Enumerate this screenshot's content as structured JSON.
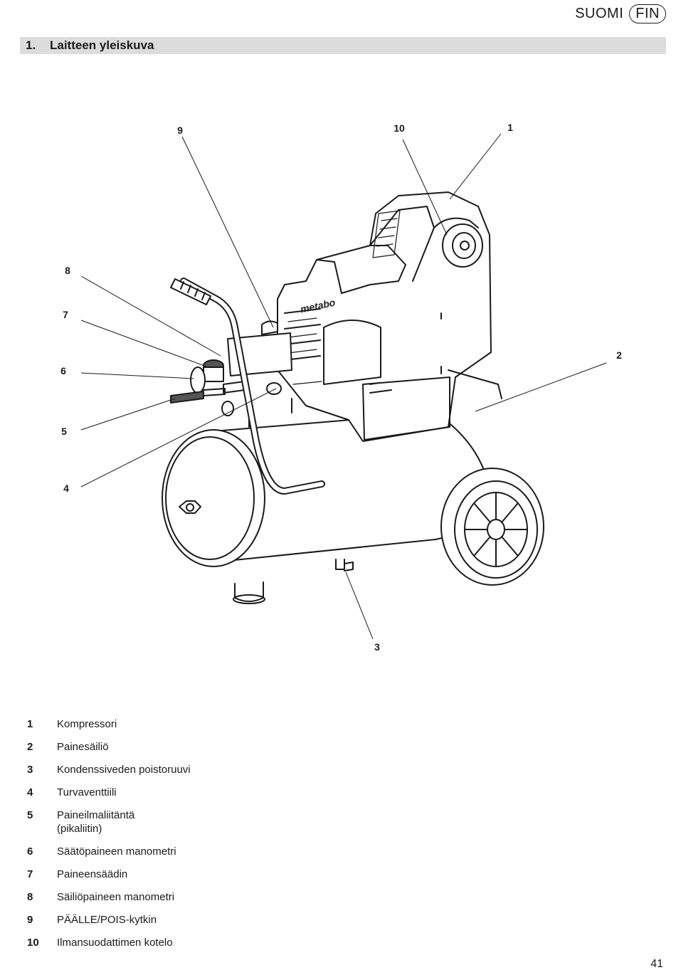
{
  "header": {
    "language": "SUOMI",
    "language_code": "FIN"
  },
  "section": {
    "number": "1.",
    "title": "Laitteen yleiskuva"
  },
  "figure": {
    "brand_text": "metabo",
    "callouts": [
      "1",
      "2",
      "3",
      "4",
      "5",
      "6",
      "7",
      "8",
      "9",
      "10"
    ]
  },
  "legend": [
    {
      "num": "1",
      "text": "Kompressori"
    },
    {
      "num": "2",
      "text": "Painesäiliö"
    },
    {
      "num": "3",
      "text": "Kondenssiveden poistoruuvi"
    },
    {
      "num": "4",
      "text": "Turvaventtiili"
    },
    {
      "num": "5",
      "text": "Paineilmaliitäntä\n(pikaliitin)"
    },
    {
      "num": "6",
      "text": "Säätöpaineen manometri"
    },
    {
      "num": "7",
      "text": "Paineensäädin"
    },
    {
      "num": "8",
      "text": "Säiliöpaineen manometri"
    },
    {
      "num": "9",
      "text": "PÄÄLLE/POIS-kytkin"
    },
    {
      "num": "10",
      "text": "Ilmansuodattimen kotelo"
    }
  ],
  "page_number": "41"
}
